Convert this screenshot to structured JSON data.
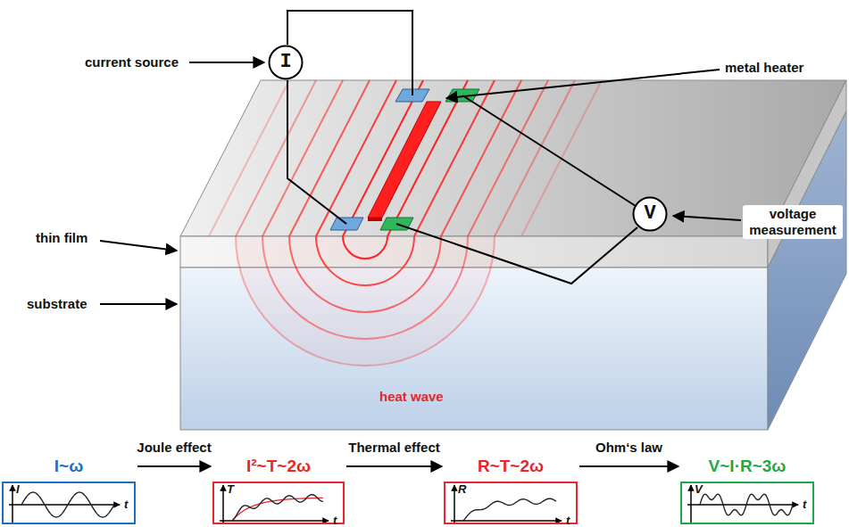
{
  "diagram": {
    "nodes": [
      {
        "text": [
          "I"
        ]
      },
      {
        "text": [
          "V"
        ]
      },
      {
        "text": [
          "I~ω",
          "I",
          "t"
        ]
      },
      {
        "text": [
          "I²~T~2ω",
          "T",
          "t"
        ]
      },
      {
        "text": [
          "R~T~2ω",
          "R",
          "t"
        ]
      },
      {
        "text": [
          "V~I·R~3ω",
          "V",
          "t"
        ]
      }
    ],
    "edges": [
      {
        "from": 2,
        "to": 3,
        "label": "Joule effect",
        "arrow": "to"
      },
      {
        "from": 3,
        "to": 4,
        "label": "Thermal effect",
        "arrow": "to"
      },
      {
        "from": 4,
        "to": 5,
        "label": "Ohm‘s law",
        "arrow": "to"
      }
    ],
    "labels": [
      "current source",
      "metal heater",
      "thin film",
      "voltage measurement",
      "substrate",
      "heat wave"
    ]
  }
}
